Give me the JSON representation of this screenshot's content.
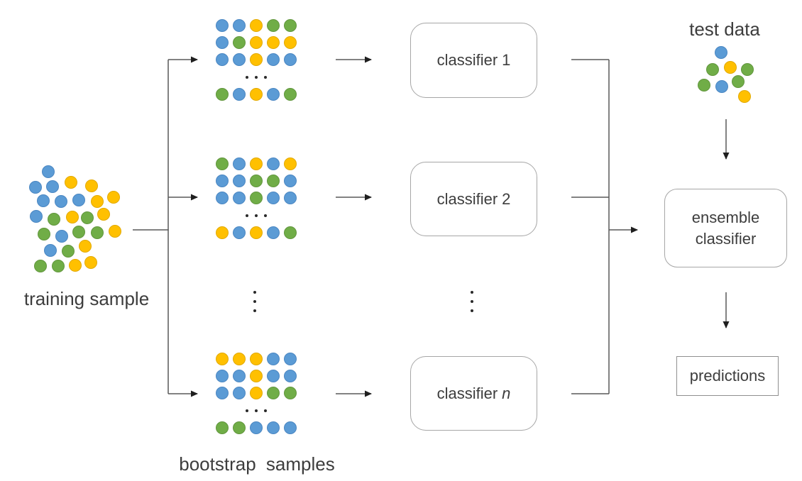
{
  "colors": {
    "blue": "#5b9bd5",
    "yellow": "#ffc000",
    "green": "#70ad47",
    "blue_border": "#4a86c2",
    "yellow_border": "#e2a900",
    "green_border": "#61963d",
    "connector": "#595959",
    "arrowhead": "#1f1f1f",
    "rounded_box_border": "#a6a6a6",
    "rect_box_border": "#8f8f8f",
    "text": "#3d3d3d"
  },
  "training_sample": {
    "label": "training sample",
    "dots": [
      [
        68,
        242,
        "blue"
      ],
      [
        50,
        264,
        "blue"
      ],
      [
        74,
        263,
        "blue"
      ],
      [
        100,
        257,
        "yellow"
      ],
      [
        129,
        262,
        "yellow"
      ],
      [
        61,
        283,
        "blue"
      ],
      [
        86,
        284,
        "blue"
      ],
      [
        111,
        282,
        "blue"
      ],
      [
        137,
        284,
        "yellow"
      ],
      [
        160,
        278,
        "yellow"
      ],
      [
        51,
        305,
        "blue"
      ],
      [
        76,
        309,
        "green"
      ],
      [
        102,
        306,
        "yellow"
      ],
      [
        123,
        307,
        "green"
      ],
      [
        146,
        302,
        "yellow"
      ],
      [
        62,
        330,
        "green"
      ],
      [
        87,
        333,
        "blue"
      ],
      [
        111,
        327,
        "green"
      ],
      [
        137,
        328,
        "green"
      ],
      [
        162,
        326,
        "yellow"
      ],
      [
        71,
        353,
        "blue"
      ],
      [
        96,
        354,
        "green"
      ],
      [
        120,
        347,
        "yellow"
      ],
      [
        57,
        375,
        "green"
      ],
      [
        82,
        375,
        "green"
      ],
      [
        106,
        374,
        "yellow"
      ],
      [
        128,
        370,
        "yellow"
      ]
    ]
  },
  "bootstrap_samples": {
    "label": "bootstrap samples",
    "grids": [
      {
        "rows": [
          [
            "blue",
            "blue",
            "yellow",
            "green",
            "green"
          ],
          [
            "blue",
            "green",
            "yellow",
            "yellow",
            "yellow"
          ],
          [
            "blue",
            "blue",
            "yellow",
            "blue",
            "blue"
          ]
        ],
        "last_row": [
          "green",
          "blue",
          "yellow",
          "blue",
          "green"
        ]
      },
      {
        "rows": [
          [
            "green",
            "blue",
            "yellow",
            "blue",
            "yellow"
          ],
          [
            "blue",
            "blue",
            "green",
            "green",
            "blue"
          ],
          [
            "blue",
            "blue",
            "green",
            "blue",
            "blue"
          ]
        ],
        "last_row": [
          "yellow",
          "blue",
          "yellow",
          "blue",
          "green"
        ]
      },
      {
        "rows": [
          [
            "yellow",
            "yellow",
            "yellow",
            "blue",
            "blue"
          ],
          [
            "blue",
            "blue",
            "yellow",
            "blue",
            "blue"
          ],
          [
            "blue",
            "blue",
            "yellow",
            "green",
            "green"
          ]
        ],
        "last_row": [
          "green",
          "green",
          "blue",
          "blue",
          "blue"
        ]
      }
    ]
  },
  "classifiers": [
    {
      "prefix": "classifier",
      "suffix": "1",
      "suffix_italic": false
    },
    {
      "prefix": "classifier",
      "suffix": "2",
      "suffix_italic": false
    },
    {
      "prefix": "classifier",
      "suffix": "n",
      "suffix_italic": true
    }
  ],
  "ensemble_classifier": {
    "line1": "ensemble",
    "line2": "classifier"
  },
  "predictions": {
    "label": "predictions"
  },
  "test_data": {
    "label": "test data",
    "dots": [
      [
        1016,
        74,
        "blue"
      ],
      [
        1004,
        98,
        "green"
      ],
      [
        1029,
        95,
        "yellow"
      ],
      [
        1053,
        98,
        "green"
      ],
      [
        992,
        120,
        "green"
      ],
      [
        1017,
        122,
        "blue"
      ],
      [
        1040,
        115,
        "green"
      ],
      [
        1049,
        136,
        "yellow"
      ]
    ]
  }
}
